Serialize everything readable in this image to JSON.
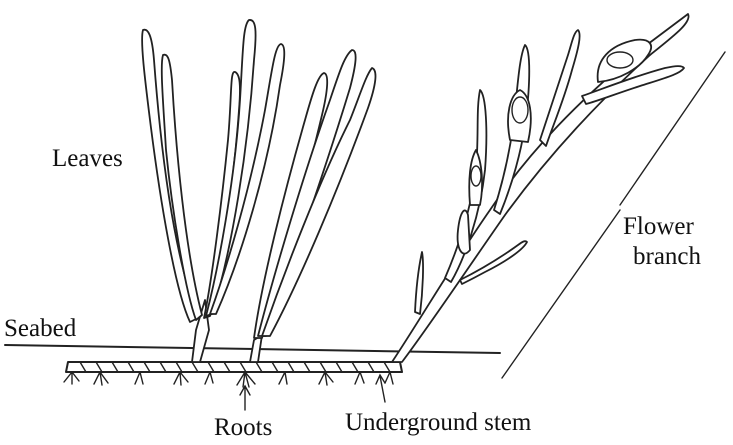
{
  "labels": {
    "leaves": "Leaves",
    "seabed": "Seabed",
    "flower_line1": "Flower",
    "flower_line2": "branch",
    "roots": "Roots",
    "underground_stem": "Underground stem"
  },
  "colors": {
    "ink": "#222222",
    "background": "#ffffff"
  }
}
